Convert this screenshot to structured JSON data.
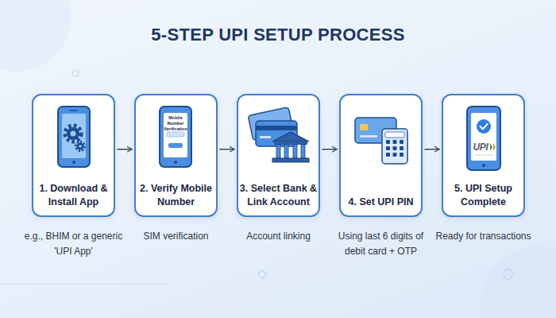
{
  "diagram": {
    "title": "5-STEP UPI SETUP PROCESS",
    "nodes": [
      {
        "text": [
          "1. Download & Install App",
          "e.g., BHIM or a generic 'UPI App'"
        ]
      },
      {
        "text": [
          "2. Verify Mobile Number",
          "SIM verification"
        ]
      },
      {
        "text": [
          "3. Select Bank & Link Account",
          "Account linking"
        ]
      },
      {
        "text": [
          "4. Set UPI PIN",
          "Using last 6 digits of debit card + OTP"
        ]
      },
      {
        "text": [
          "5. UPI Setup Complete",
          "Ready for transactions"
        ]
      }
    ],
    "edges": [
      {
        "from": 0,
        "to": 1,
        "arrow": "to"
      },
      {
        "from": 1,
        "to": 2,
        "arrow": "to"
      },
      {
        "from": 2,
        "to": 3,
        "arrow": "to"
      },
      {
        "from": 3,
        "to": 4,
        "arrow": "to"
      }
    ],
    "labels": [
      "Mobile Number Verification",
      "UPI"
    ]
  }
}
